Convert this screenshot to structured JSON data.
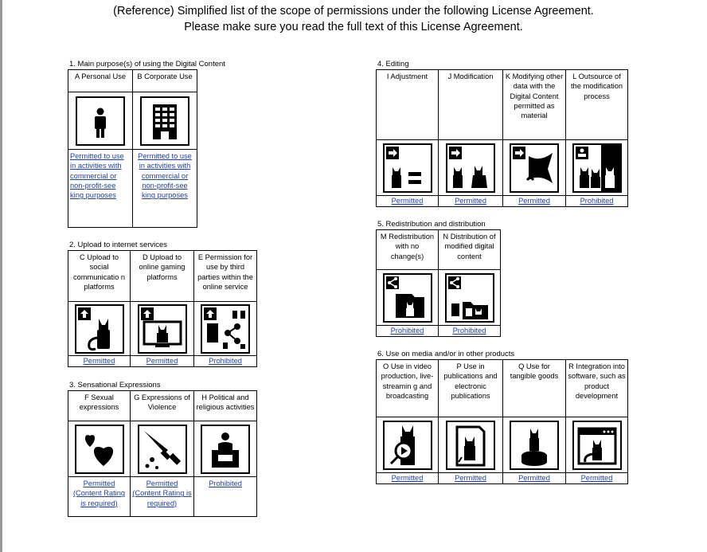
{
  "header": {
    "line1": "(Reference) Simplified list of the scope of permissions under the following License Agreement.",
    "line2": "Please make sure you read the full text of this License Agreement."
  },
  "sections": {
    "s1": {
      "title": "1. Main purpose(s) of using the Digital Content",
      "items": [
        {
          "label": "A Personal Use",
          "icon": "person-icon",
          "status": "Permitted to use in activities with commercial or non-profit-see king purposes"
        },
        {
          "label": "B Corporate Use",
          "icon": "office-building-icon",
          "status": "Permitted to use in activities with commercial or non-profit-see king purposes"
        }
      ]
    },
    "s2": {
      "title": "2. Upload to internet services",
      "items": [
        {
          "label": "C Upload to social communicatio n platforms",
          "icon": "social-upload-icon",
          "status": "Permitted"
        },
        {
          "label": "D Upload to online gaming platforms",
          "icon": "gaming-upload-icon",
          "status": "Permitted"
        },
        {
          "label": "E Permission for use by third parties within the online service",
          "icon": "third-party-share-icon",
          "status": "Prohibited"
        }
      ]
    },
    "s3": {
      "title": "3. Sensational Expressions",
      "items": [
        {
          "label": "F Sexual expressions",
          "icon": "hearts-icon",
          "status": "Permitted (Content Rating is required)"
        },
        {
          "label": "G Expressions of Violence",
          "icon": "knife-icon",
          "status": "Permitted (Content Rating is required)"
        },
        {
          "label": "H Political and religious activities",
          "icon": "podium-speaker-icon",
          "status": "Prohibited"
        }
      ]
    },
    "s4": {
      "title": "4. Editing",
      "items": [
        {
          "label": "I Adjustment",
          "icon": "adjust-icon",
          "status": "Permitted"
        },
        {
          "label": "J Modification",
          "icon": "modify-icon",
          "status": "Permitted"
        },
        {
          "label": "K Modifying other data with the Digital Content permitted as material",
          "icon": "material-icon",
          "status": "Permitted"
        },
        {
          "label": "L Outsource of the modification process",
          "icon": "outsource-icon",
          "status": "Prohibited"
        }
      ]
    },
    "s5": {
      "title": "5. Redistribution and distribution",
      "items": [
        {
          "label": "M Redistribution with no change(s)",
          "icon": "redistribute-icon",
          "status": "Prohibited"
        },
        {
          "label": "N Distribution of modified digital content",
          "icon": "distribute-modified-icon",
          "status": "Prohibited"
        }
      ]
    },
    "s6": {
      "title": "6. Use on media and/or in other products",
      "items": [
        {
          "label": "O Use in video production, live-streamin g and broadcasting",
          "icon": "video-icon",
          "status": "Permitted"
        },
        {
          "label": "P Use in publications and electronic publications",
          "icon": "publication-icon",
          "status": "Permitted"
        },
        {
          "label": "Q Use for tangible goods",
          "icon": "figure-goods-icon",
          "status": "Permitted"
        },
        {
          "label": "R Integration into software, such as product development",
          "icon": "software-icon",
          "status": "Permitted"
        }
      ]
    }
  },
  "colors": {
    "status_text": "#1f3fa6",
    "icon_fill": "#000000"
  }
}
